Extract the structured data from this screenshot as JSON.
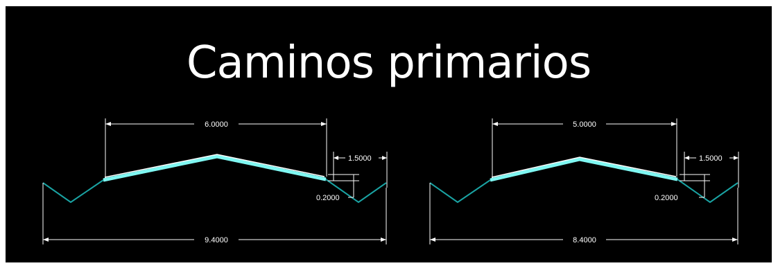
{
  "title": "Caminos primarios",
  "colors": {
    "background": "#000000",
    "dimension": "#ffffff",
    "road_surface": "#7ff7f2",
    "ditch": "#1aa3a3"
  },
  "sections": [
    {
      "crown_width": "6.0000",
      "shoulder_width": "1.5000",
      "shoulder_drop": "0.2000",
      "total_width": "9.4000"
    },
    {
      "crown_width": "5.0000",
      "shoulder_width": "1.5000",
      "shoulder_drop": "0.2000",
      "total_width": "8.4000"
    }
  ]
}
